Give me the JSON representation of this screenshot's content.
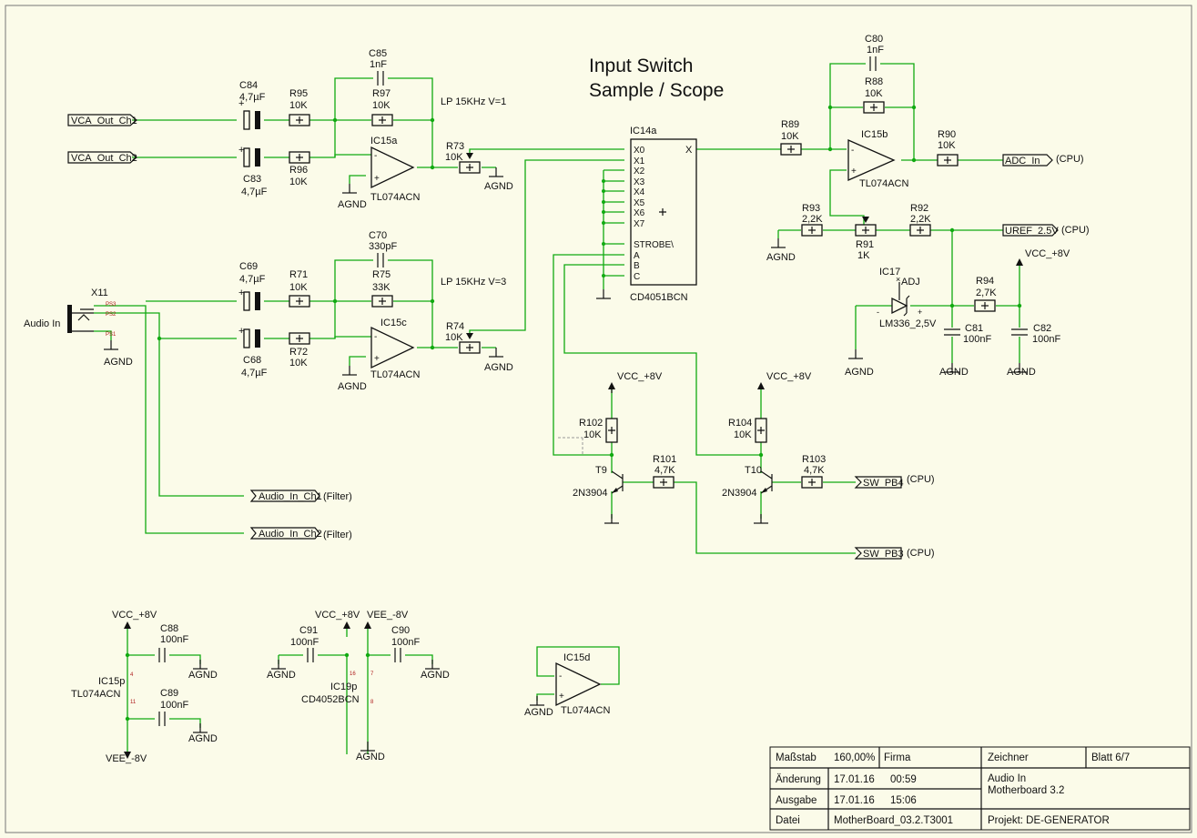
{
  "title": {
    "line1": "Input Switch",
    "line2": "Sample / Scope"
  },
  "notes": {
    "lp1": "LP 15KHz V=1",
    "lp2": "LP 15KHz V=3"
  },
  "nets": {
    "vca_ch1": "VCA_Out_Ch1",
    "vca_ch2": "VCA_Out_Ch2",
    "audio_in_ch1": "Audio_In_Ch1",
    "audio_in_ch2": "Audio_In_Ch2",
    "adc_in": "ADC_In",
    "uref": "UREF_2.5V",
    "sw_pb4": "SW_PB4",
    "sw_pb3": "SW_PB3",
    "vcc": "VCC_+8V",
    "vee": "VEE_-8V",
    "agnd": "AGND"
  },
  "suffix": {
    "cpu": "(CPU)",
    "filter": "(Filter)"
  },
  "connector": {
    "name": "X11",
    "label": "Audio In",
    "pins": [
      "PS3",
      "PS2",
      "PS1"
    ]
  },
  "parts": {
    "C85": {
      "ref": "C85",
      "val": "1nF"
    },
    "C84": {
      "ref": "C84",
      "val": "4,7µF"
    },
    "C83": {
      "ref": "C83",
      "val": "4,7µF"
    },
    "R95": {
      "ref": "R95",
      "val": "10K"
    },
    "R96": {
      "ref": "R96",
      "val": "10K"
    },
    "R97": {
      "ref": "R97",
      "val": "10K"
    },
    "IC15a": {
      "ref": "IC15a",
      "val": "TL074ACN"
    },
    "R73": {
      "ref": "R73",
      "val": "10K"
    },
    "C70": {
      "ref": "C70",
      "val": "330pF"
    },
    "C69": {
      "ref": "C69",
      "val": "4,7µF"
    },
    "C68": {
      "ref": "C68",
      "val": "4,7µF"
    },
    "R71": {
      "ref": "R71",
      "val": "10K"
    },
    "R72": {
      "ref": "R72",
      "val": "10K"
    },
    "R75": {
      "ref": "R75",
      "val": "33K"
    },
    "IC15c": {
      "ref": "IC15c",
      "val": "TL074ACN"
    },
    "R74": {
      "ref": "R74",
      "val": "10K"
    },
    "IC14a": {
      "ref": "IC14a",
      "val": "CD4051BCN"
    },
    "R89": {
      "ref": "R89",
      "val": "10K"
    },
    "C80": {
      "ref": "C80",
      "val": "1nF"
    },
    "R88": {
      "ref": "R88",
      "val": "10K"
    },
    "IC15b": {
      "ref": "IC15b",
      "val": "TL074ACN"
    },
    "R90": {
      "ref": "R90",
      "val": "10K"
    },
    "R93": {
      "ref": "R93",
      "val": "2,2K"
    },
    "R91": {
      "ref": "R91",
      "val": "1K"
    },
    "R92": {
      "ref": "R92",
      "val": "2,2K"
    },
    "IC17": {
      "ref": "IC17",
      "val": "LM336_2,5V"
    },
    "R94": {
      "ref": "R94",
      "val": "2,7K"
    },
    "C81": {
      "ref": "C81",
      "val": "100nF"
    },
    "C82": {
      "ref": "C82",
      "val": "100nF"
    },
    "R102": {
      "ref": "R102",
      "val": "10K"
    },
    "R101": {
      "ref": "R101",
      "val": "4,7K"
    },
    "T9": {
      "ref": "T9",
      "val": "2N3904"
    },
    "R104": {
      "ref": "R104",
      "val": "10K"
    },
    "R103": {
      "ref": "R103",
      "val": "4,7K"
    },
    "T10": {
      "ref": "T10",
      "val": "2N3904"
    },
    "C88": {
      "ref": "C88",
      "val": "100nF"
    },
    "C89": {
      "ref": "C89",
      "val": "100nF"
    },
    "IC15p": {
      "ref": "IC15p",
      "val": "TL074ACN"
    },
    "C91": {
      "ref": "C91",
      "val": "100nF"
    },
    "C90": {
      "ref": "C90",
      "val": "100nF"
    },
    "IC19p": {
      "ref": "IC19p",
      "val": "CD4052BCN"
    },
    "IC15d": {
      "ref": "IC15d",
      "val": "TL074ACN"
    }
  },
  "mux_pins": {
    "inputs": [
      "X0",
      "X1",
      "X2",
      "X3",
      "X4",
      "X5",
      "X6",
      "X7"
    ],
    "controls": [
      "STROBE\\",
      "A",
      "B",
      "C"
    ],
    "output": "X"
  },
  "ic17_adj": "ADJ",
  "titleblock": {
    "massstab_label": "Maßstab",
    "massstab_value": "160,00%",
    "firma_label": "Firma",
    "zeichner_label": "Zeichner",
    "blatt": "Blatt 6/7",
    "aenderung_label": "Änderung",
    "aenderung_date": "17.01.16",
    "aenderung_time": "00:59",
    "desc_line1": "Audio In",
    "desc_line2": "Motherboard 3.2",
    "ausgabe_label": "Ausgabe",
    "ausgabe_date": "17.01.16",
    "ausgabe_time": "15:06",
    "datei_label": "Datei",
    "datei_value": "MotherBoard_03.2.T3001",
    "projekt": "Projekt: DE-GENERATOR"
  }
}
